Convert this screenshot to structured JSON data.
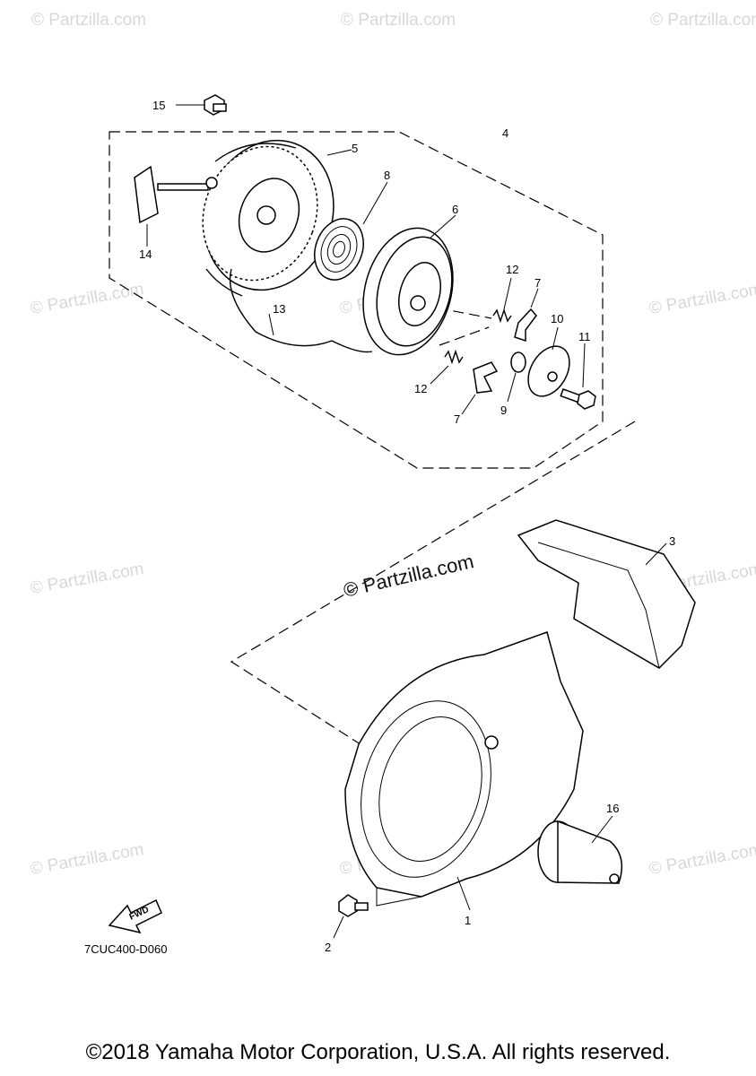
{
  "callouts": {
    "c1": "1",
    "c2": "2",
    "c3": "3",
    "c4": "4",
    "c5": "5",
    "c6": "6",
    "c7a": "7",
    "c7b": "7",
    "c8": "8",
    "c9": "9",
    "c10": "10",
    "c11": "11",
    "c12a": "12",
    "c12b": "12",
    "c13": "13",
    "c14": "14",
    "c15": "15",
    "c16": "16"
  },
  "diagram_code": "7CUC400-D060",
  "fwd_label": "FWD",
  "watermark_main": "© Partzilla.com",
  "watermark_faint": "© Partzilla.com",
  "footer": "©2018 Yamaha Motor Corporation, U.S.A. All rights reserved.",
  "colors": {
    "line": "#000000",
    "watermark": "#d8d8d8",
    "background": "#ffffff"
  }
}
